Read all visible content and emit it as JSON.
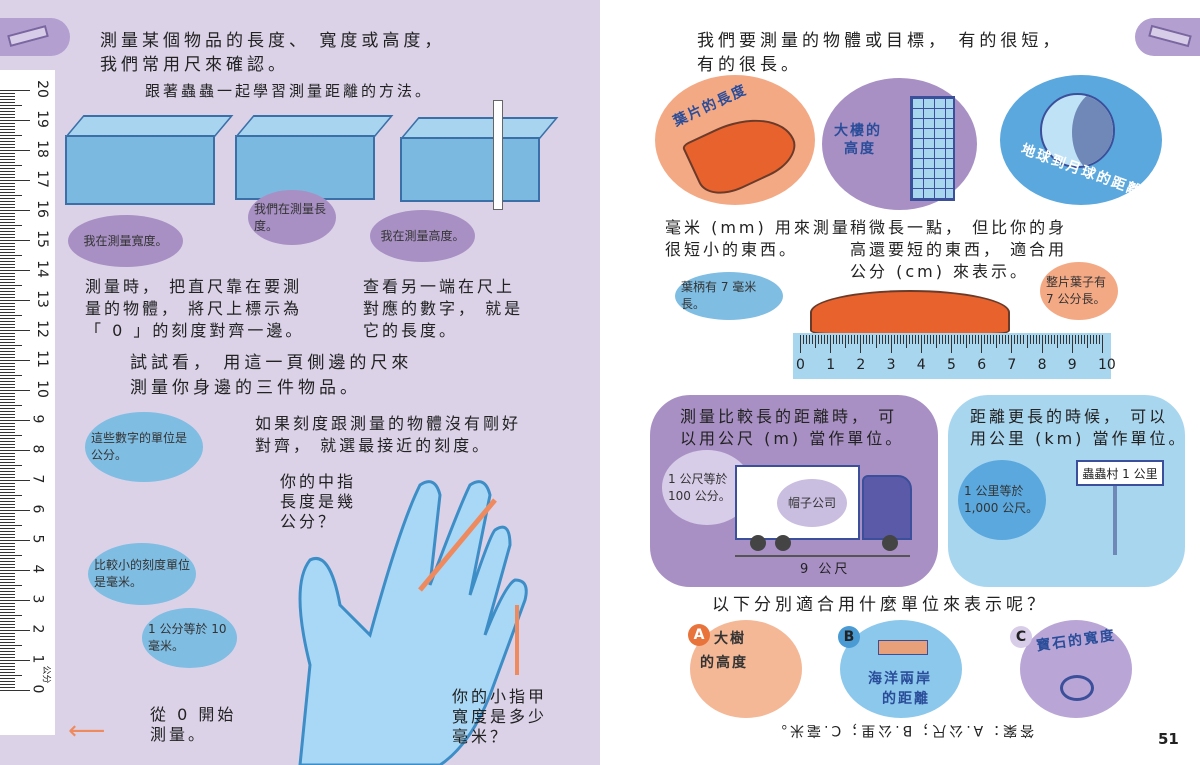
{
  "left_page": {
    "intro": [
      "測量某個物品的長度、 寬度或高度，",
      "我們常用尺來確認。"
    ],
    "subtitle": "跟著蟲蟲一起學習測量距離的方法。",
    "bubbles": {
      "width": "我在測量寬度。",
      "length": "我們在測量長度。",
      "height": "我在測量高度。",
      "unit_cm": "這些數字的單位是公分。",
      "unit_mm": "比較小的刻度單位是毫米。",
      "cm_mm": "1 公分等於 10 毫米。"
    },
    "step1": [
      "測量時， 把直尺靠在要測",
      "量的物體， 將尺上標示為",
      "「 0 」的刻度對齊一邊。"
    ],
    "step2": [
      "查看另一端在尺上",
      "對應的數字， 就是",
      "它的長度。"
    ],
    "try_it": [
      "試試看， 用這一頁側邊的尺來",
      "測量你身邊的三件物品。"
    ],
    "tip": [
      "如果刻度跟測量的物體沒有剛好",
      "對齊， 就選最接近的刻度。"
    ],
    "middle_finger": [
      "你的中指",
      "長度是幾",
      "公分？"
    ],
    "start_zero": [
      "從 0 開始",
      "測量。"
    ],
    "pinky_nail": [
      "你的小指甲",
      "寬度是多少",
      "毫米？"
    ],
    "ruler": {
      "unit": "公分",
      "numbers": [
        "0",
        "1",
        "2",
        "3",
        "4",
        "5",
        "6",
        "7",
        "8",
        "9",
        "10",
        "11",
        "12",
        "13",
        "14",
        "15",
        "16",
        "17",
        "18",
        "19",
        "20"
      ]
    }
  },
  "right_page": {
    "intro": [
      "我們要測量的物體或目標， 有的很短，",
      "有的很長。"
    ],
    "circles": {
      "leaf": "葉片的長度",
      "building": [
        "大樓的",
        "高度"
      ],
      "moon": "地球到月球的距離"
    },
    "mm_text": [
      "毫米 (mm) 用來測量",
      "很短小的東西。"
    ],
    "cm_text": [
      "稍微長一點， 但比你的身",
      "高還要短的東西， 適合用",
      "公分 (cm) 來表示。"
    ],
    "bubbles": {
      "stem": "葉柄有 7 毫米長。",
      "leaf": "整片葉子有 7 公分長。",
      "m_cm": "1 公尺等於 100 公分。",
      "km_m": "1 公里等於 1,000 公尺。"
    },
    "ruler_numbers": [
      "0",
      "1",
      "2",
      "3",
      "4",
      "5",
      "6",
      "7",
      "8",
      "9",
      "10"
    ],
    "meter_panel": {
      "text": [
        "測量比較長的距離時， 可",
        "以用公尺 (m) 當作單位。"
      ],
      "truck_logo": "帽子公司",
      "truck_length": "9 公尺"
    },
    "km_panel": {
      "text": [
        "距離更長的時候， 可以",
        "用公里 (km) 當作單位。"
      ],
      "sign": "蟲蟲村 1 公里"
    },
    "question": "以下分別適合用什麼單位來表示呢？",
    "options": [
      {
        "letter": "A",
        "label": [
          "大樹",
          "的高度"
        ],
        "color": "#e8743b"
      },
      {
        "letter": "B",
        "label": [
          "海洋兩岸",
          "的距離"
        ],
        "color": "#4a9bd4"
      },
      {
        "letter": "C",
        "label": [
          "寶石的寬度"
        ],
        "color": "#a890c4"
      }
    ],
    "answer": "答案：A.公尺；B.公里；C.毫米。",
    "page_number": "51"
  }
}
